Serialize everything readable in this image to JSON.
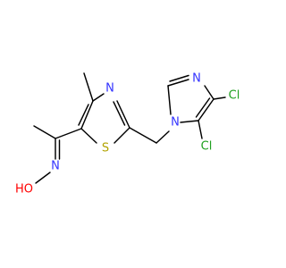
{
  "atoms": {
    "n_oxime": "N",
    "o_oxime": "HO",
    "s_thiazole": "S",
    "n_thiazole": "N",
    "n1_imidazole": "N",
    "n3_imidazole": "N",
    "cl_upper": "Cl",
    "cl_lower": "Cl"
  },
  "colors": {
    "bond": "#000000",
    "nitrogen": "#3333ff",
    "oxygen": "#ff0000",
    "sulfur": "#b2a300",
    "chlorine": "#1fa01f"
  }
}
